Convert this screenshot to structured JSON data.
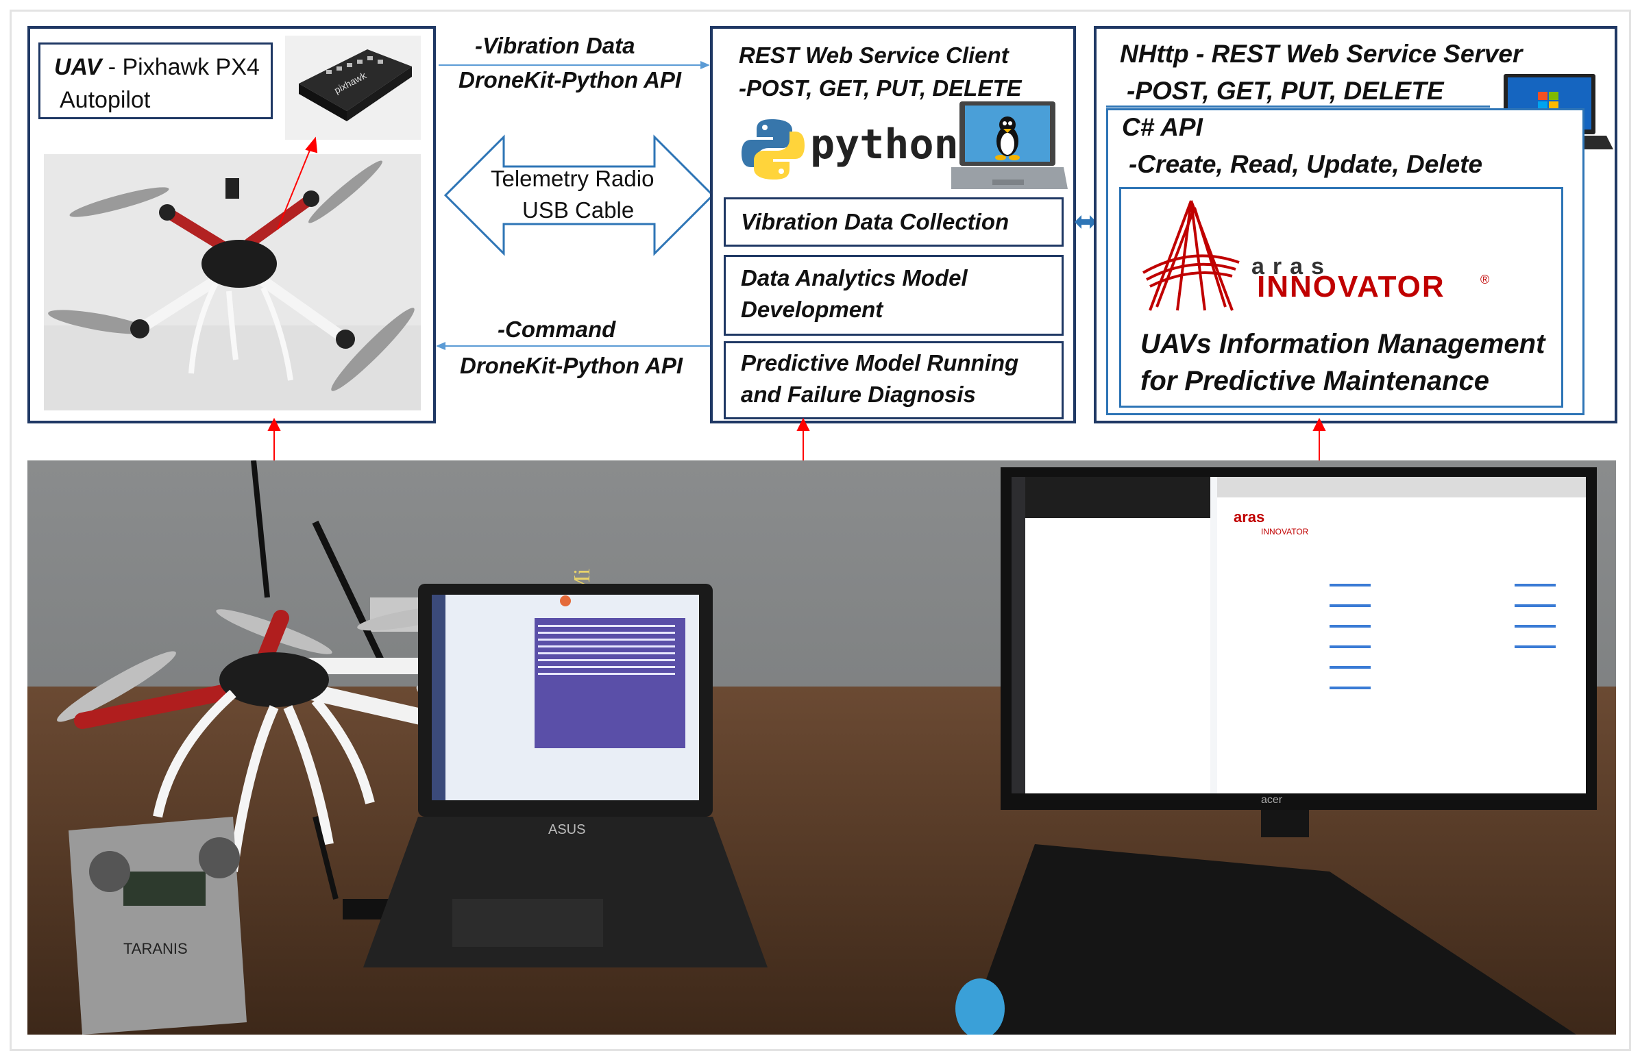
{
  "uav_box": {
    "label_bold": "UAV",
    "label_rest": " - Pixhawk PX4",
    "label_line2": "Autopilot"
  },
  "links": {
    "top_line1": "-Vibration Data",
    "top_line2": "DroneKit-Python API",
    "mid_line1": "Telemetry Radio",
    "mid_line2": "USB Cable",
    "bottom_line1": "-Command",
    "bottom_line2": "DroneKit-Python API"
  },
  "client_box": {
    "title": "REST Web Service Client",
    "methods": "-POST, GET, PUT, DELETE",
    "python_logo": "python",
    "steps": [
      {
        "line1": "Vibration Data Collection",
        "line2": ""
      },
      {
        "line1": "Data Analytics Model",
        "line2": "Development"
      },
      {
        "line1": "Predictive Model Running",
        "line2": "and Failure  Diagnosis"
      }
    ]
  },
  "server_box": {
    "title": "NHttp - REST Web Service Server",
    "methods": "-POST, GET, PUT, DELETE",
    "api": "C# API",
    "crud": "-Create, Read, Update, Delete",
    "logo_top": "aras",
    "logo_bottom": "INNOVATOR",
    "logo_reg": "®",
    "desc_line1": "UAVs Information Management",
    "desc_line2": "for Predictive Maintenance"
  },
  "photo": {
    "laptop_brand": "ASUS",
    "monitor_brand": "acer",
    "screen_app_name": "aras",
    "screen_app_sub": "INNOVATOR",
    "book_label": "Data Mi",
    "transmitter_label": "TARANIS"
  },
  "colors": {
    "box_border": "#1f3864",
    "link_arrow": "#5b9bd5",
    "pointer_red": "#ff0000",
    "aras_red": "#c00000"
  }
}
